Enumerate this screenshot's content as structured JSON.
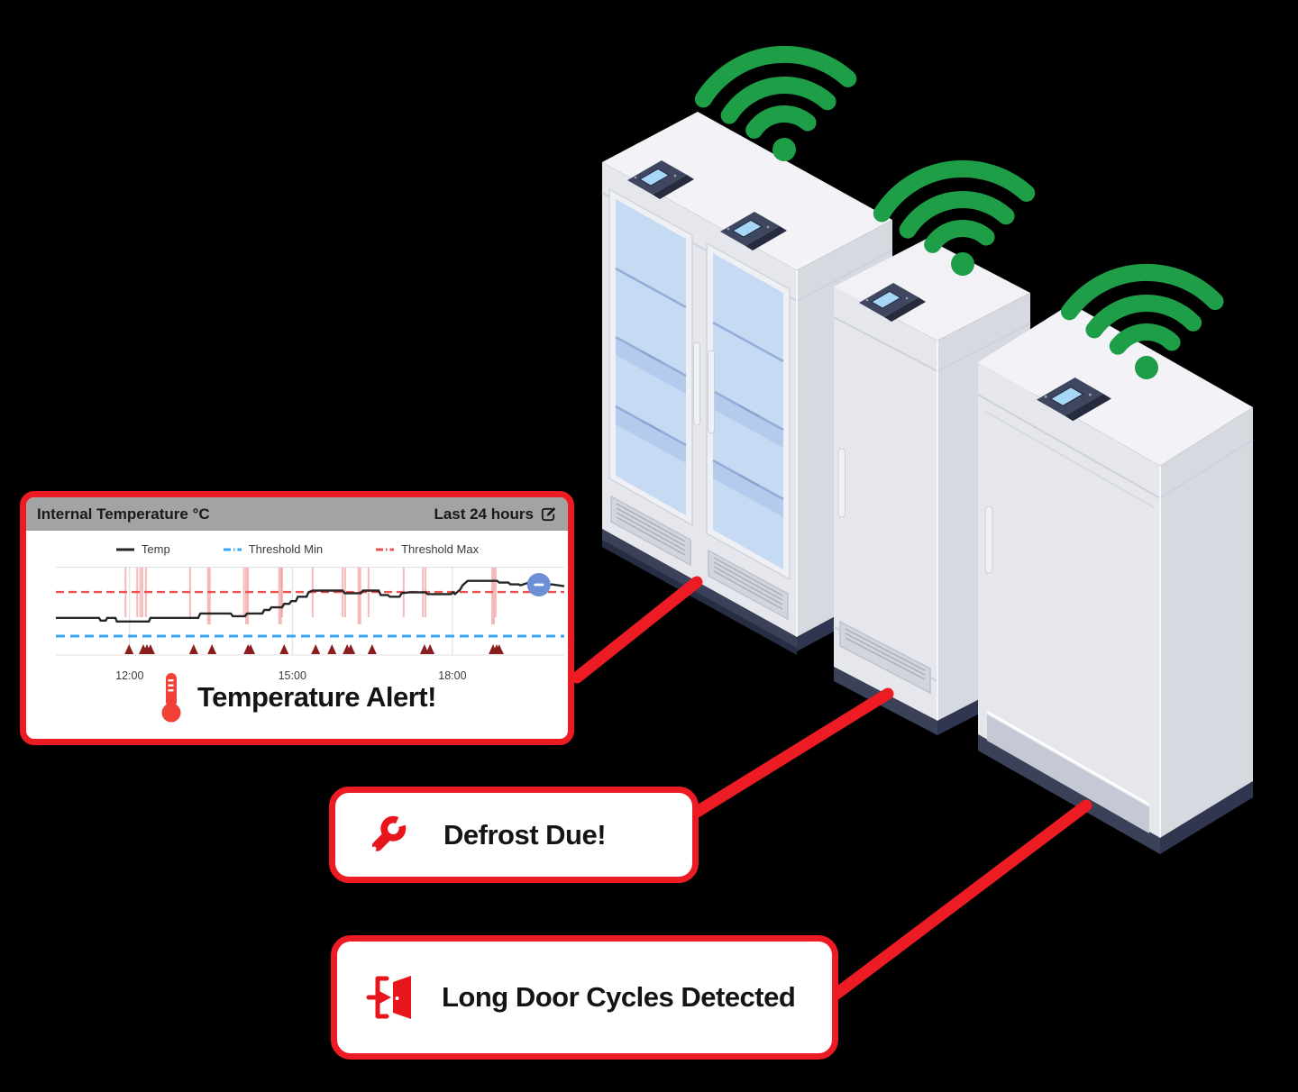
{
  "background": "#000000",
  "colors": {
    "accent_red": "#ed1c24",
    "wifi_green": "#1f9e48",
    "header_gray": "#a3a3a3",
    "fridge_front": "#e6e7ed",
    "fridge_side": "#d7d9e1",
    "fridge_top": "#f3f3f7",
    "fridge_base_navy": "#3a4158",
    "glass_blue": "#c7daf3",
    "screen_blue": "#a7d7f6",
    "end_marker_blue": "#6d8fd6",
    "door_event_color": "#f08080",
    "alert_marker_color": "#8a1d1d"
  },
  "icons": {
    "header_edit": "pencil-square-icon",
    "temperature_alert": "thermometer-icon",
    "defrost": "wrench-icon",
    "door_cycles": "door-enter-icon",
    "connectivity": "wifi-icon"
  },
  "chart_panel": {
    "title": "Internal Temperature °C",
    "range_label": "Last 24 hours",
    "legend": [
      {
        "label": "Temp",
        "color": "#262626",
        "dash": ""
      },
      {
        "label": "Threshold Min",
        "color": "#3aa7f4",
        "dash": "8 3 1.5 3"
      },
      {
        "label": "Threshold Max",
        "color": "#ef5050",
        "dash": "8 3 1.5 3"
      }
    ],
    "alert_label": "Temperature Alert!"
  },
  "callouts": [
    {
      "id": "defrost",
      "label": "Defrost Due!",
      "icon": "wrench-icon"
    },
    {
      "id": "door-cycles",
      "label": "Long Door Cycles Detected",
      "icon": "door-enter-icon"
    }
  ],
  "chart_data": {
    "type": "line",
    "title": "Internal Temperature °C",
    "x_axis": {
      "ticks": [
        {
          "label": "12:00",
          "pos": 0.145
        },
        {
          "label": "15:00",
          "pos": 0.465
        },
        {
          "label": "18:00",
          "pos": 0.78
        }
      ]
    },
    "y_axis": {
      "visible": false,
      "note": "no numeric scale shown; y stored as fraction of plot height from top"
    },
    "thresholds": {
      "max_frac": 0.286,
      "min_frac": 0.786
    },
    "series": [
      {
        "name": "Temp",
        "color": "#262626",
        "points": [
          [
            0.0,
            0.58
          ],
          [
            0.085,
            0.58
          ],
          [
            0.088,
            0.61
          ],
          [
            0.098,
            0.61
          ],
          [
            0.101,
            0.58
          ],
          [
            0.117,
            0.58
          ],
          [
            0.12,
            0.62
          ],
          [
            0.183,
            0.62
          ],
          [
            0.186,
            0.58
          ],
          [
            0.28,
            0.58
          ],
          [
            0.284,
            0.53
          ],
          [
            0.344,
            0.53
          ],
          [
            0.348,
            0.56
          ],
          [
            0.372,
            0.56
          ],
          [
            0.376,
            0.53
          ],
          [
            0.406,
            0.53
          ],
          [
            0.41,
            0.49
          ],
          [
            0.42,
            0.49
          ],
          [
            0.424,
            0.46
          ],
          [
            0.445,
            0.46
          ],
          [
            0.449,
            0.42
          ],
          [
            0.459,
            0.42
          ],
          [
            0.463,
            0.39
          ],
          [
            0.472,
            0.39
          ],
          [
            0.476,
            0.34
          ],
          [
            0.493,
            0.34
          ],
          [
            0.497,
            0.29
          ],
          [
            0.505,
            0.27
          ],
          [
            0.564,
            0.27
          ],
          [
            0.568,
            0.3
          ],
          [
            0.6,
            0.3
          ],
          [
            0.604,
            0.27
          ],
          [
            0.635,
            0.27
          ],
          [
            0.639,
            0.32
          ],
          [
            0.653,
            0.32
          ],
          [
            0.657,
            0.34
          ],
          [
            0.676,
            0.34
          ],
          [
            0.68,
            0.3
          ],
          [
            0.695,
            0.29
          ],
          [
            0.727,
            0.29
          ],
          [
            0.731,
            0.31
          ],
          [
            0.777,
            0.31
          ],
          [
            0.781,
            0.29
          ],
          [
            0.785,
            0.31
          ],
          [
            0.789,
            0.29
          ],
          [
            0.795,
            0.26
          ],
          [
            0.8,
            0.21
          ],
          [
            0.81,
            0.16
          ],
          [
            0.868,
            0.16
          ],
          [
            0.872,
            0.18
          ],
          [
            0.89,
            0.18
          ],
          [
            0.894,
            0.2
          ],
          [
            0.91,
            0.2
          ],
          [
            0.914,
            0.21
          ],
          [
            0.93,
            0.18
          ],
          [
            0.934,
            0.16
          ],
          [
            0.938,
            0.18
          ],
          [
            0.95,
            0.17
          ],
          [
            0.953,
            0.21
          ],
          [
            0.96,
            0.2
          ],
          [
            0.968,
            0.21
          ],
          [
            0.975,
            0.2
          ],
          [
            1.0,
            0.22
          ]
        ]
      }
    ],
    "door_event_lines": [
      [
        0.137,
        1
      ],
      [
        0.16,
        1
      ],
      [
        0.166,
        1
      ],
      [
        0.17,
        1
      ],
      [
        0.177,
        1
      ],
      [
        0.264,
        1
      ],
      [
        0.301,
        2
      ],
      [
        0.37,
        1
      ],
      [
        0.376,
        2
      ],
      [
        0.441,
        2
      ],
      [
        0.445,
        1
      ],
      [
        0.505,
        1
      ],
      [
        0.564,
        1
      ],
      [
        0.569,
        1
      ],
      [
        0.597,
        2
      ],
      [
        0.615,
        1
      ],
      [
        0.684,
        1
      ],
      [
        0.722,
        1
      ],
      [
        0.727,
        1
      ],
      [
        0.86,
        2
      ],
      [
        0.865,
        1
      ]
    ],
    "alert_markers": [
      0.144,
      0.172,
      0.179,
      0.186,
      0.271,
      0.307,
      0.378,
      0.383,
      0.449,
      0.511,
      0.543,
      0.573,
      0.58,
      0.622,
      0.725,
      0.736,
      0.86,
      0.867,
      0.872
    ],
    "end_marker": {
      "x": 0.95,
      "y": 0.204,
      "symbol": "minus",
      "color": "#6d8fd6"
    },
    "grid": true,
    "legend_position": "top"
  },
  "fridges": [
    {
      "name": "double-glass-door-fridge",
      "wifi": true
    },
    {
      "name": "single-door-freezer-medium",
      "wifi": true
    },
    {
      "name": "single-door-freezer-large",
      "wifi": true
    }
  ]
}
